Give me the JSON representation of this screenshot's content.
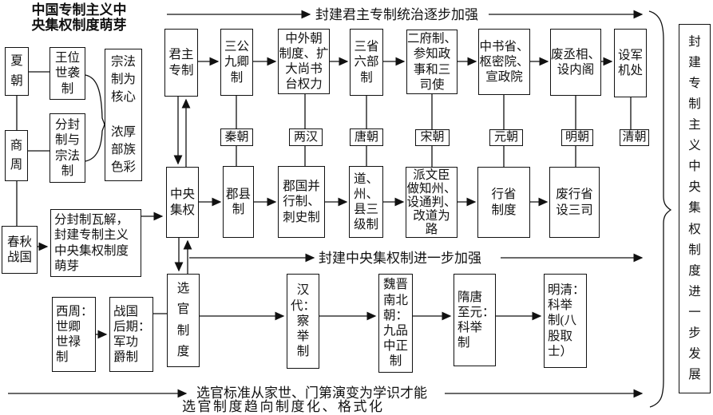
{
  "title": "中国专制主义中\n央集权制度萌芽",
  "colors": {
    "ink": "#111111",
    "background": "#ffffff"
  },
  "annotations": {
    "top": "封建君主专制统治逐步加强",
    "middle": "封建中央集权制进一步加强",
    "bottom1": "选官标准从家世、门第演变为学识才能",
    "bottom2": "选官制度趋向制度化、格式化"
  },
  "right_banner": "封\n建\n专\n制\n主\n义\n中\n央\n集\n权\n制\n度\n进\n一\n步\n发\n展",
  "origins": {
    "xia": "夏\n朝",
    "shangzhou": "商\n周",
    "chunqiu": "春秋\n战国",
    "wangwei": "王位\n世袭\n制",
    "fenfeng": "分封\n制与\n宗法\n制",
    "zongfa": "宗法\n制为\n核心\n\n浓厚\n部族\n色彩",
    "wajie": "分封制瓦解，\n封建专制主义\n中央集权制度\n萌芽",
    "xizhou": "西周：\n世卿\n世禄\n制",
    "zhanguo": "战国\n后期：\n军功\n爵制"
  },
  "monarchy": {
    "lead": "君主\n专制",
    "qin": "三公\n九卿\n制",
    "han": "中外朝\n制度、扩\n大尚书\n台权力",
    "tang": "三省\n六部\n制",
    "song": "二府制、\n参知政\n事和三\n司使",
    "yuan": "中书省、\n枢密院、\n宣政院",
    "ming": "废丞相、\n设内阁",
    "qing": "设军\n机处"
  },
  "dynasties": {
    "qin": "秦朝",
    "han": "两汉",
    "tang": "唐朝",
    "song": "宋朝",
    "yuan": "元朝",
    "ming": "明朝",
    "qing": "清朝"
  },
  "centralization": {
    "lead": "中央\n集权",
    "qin": "郡县\n制",
    "han": "郡国并\n行制、\n刺史制",
    "tang": "道、\n州、\n县三\n级制",
    "song": "派文臣\n做知州、\n设通判、\n改道为\n路",
    "yuan": "行省\n制度",
    "ming": "废行省\n设三司"
  },
  "selection": {
    "lead": "选\n官\n制\n度",
    "han": "汉\n代：\n察\n举\n制",
    "weijin": "魏晋\n南北\n朝：\n九品\n中正\n制",
    "suitang": "隋唐\n至元：\n科举\n制",
    "mingqing": "明清：\n科举\n制(八\n股取\n士）"
  }
}
